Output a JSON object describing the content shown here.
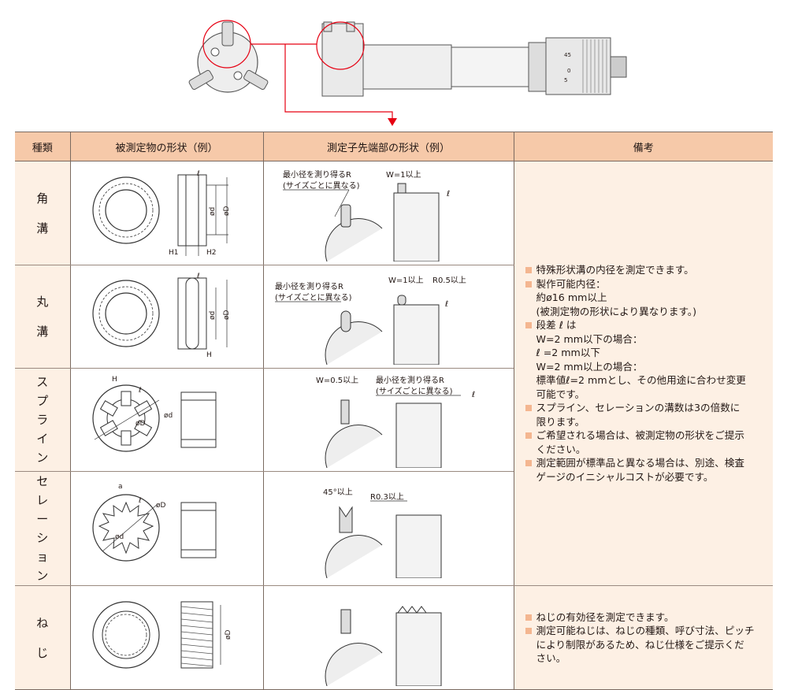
{
  "header": {
    "col_type": "種類",
    "col_object": "被測定物の形状（例）",
    "col_tip": "測定子先端部の形状（例）",
    "col_notes": "備考"
  },
  "hero_labels": {
    "scale_top": "45",
    "scale_mid1": "0",
    "scale_mid2": "5"
  },
  "rows": [
    {
      "type_chars": [
        "角",
        "溝"
      ],
      "obj_labels": {
        "l": "ℓ",
        "d": "ød",
        "D": "øD",
        "h1": "H1",
        "h2": "H2"
      },
      "tip_labels": {
        "minr": "最小径を測り得るR",
        "minr_sub": "(サイズごとに異なる)",
        "w": "W=1以上",
        "l": "ℓ"
      }
    },
    {
      "type_chars": [
        "丸",
        "溝"
      ],
      "obj_labels": {
        "l": "ℓ",
        "d": "ød",
        "D": "øD",
        "h": "H"
      },
      "tip_labels": {
        "minr": "最小径を測り得るR",
        "minr_sub": "(サイズごとに異なる)",
        "w": "W=1以上",
        "r": "R0.5以上",
        "l": "ℓ"
      }
    },
    {
      "type_chars": [
        "ス",
        "プ",
        "ラ",
        "イ",
        "ン"
      ],
      "obj_labels": {
        "h": "H",
        "l": "ℓ",
        "D": "øD",
        "d": "ød"
      },
      "tip_labels": {
        "w": "W=0.5以上",
        "minr": "最小径を測り得るR",
        "minr_sub": "(サイズごとに異なる)",
        "l": "ℓ"
      }
    },
    {
      "type_chars": [
        "セ",
        "レ",
        "ー",
        "シ",
        "ョ",
        "ン"
      ],
      "obj_labels": {
        "a": "a",
        "l": "ℓ",
        "D": "øD",
        "d": "ød"
      },
      "tip_labels": {
        "angle": "45°以上",
        "r": "R0.3以上"
      }
    },
    {
      "type_chars": [
        "ね",
        "じ"
      ],
      "obj_labels": {
        "D": "øD"
      },
      "tip_labels": {}
    }
  ],
  "notes_group1": [
    {
      "lines": [
        "特殊形状溝の内径を測定できます。"
      ]
    },
    {
      "lines": [
        "製作可能内径：",
        "約ø16 mm以上",
        "(被測定物の形状により異なります。)"
      ]
    },
    {
      "lines": [
        "段差 ℓ は",
        "W=2 mm以下の場合：",
        "ℓ =2 mm以下",
        "W=2 mm以上の場合：",
        "標準値ℓ=2 mmとし、その他用途に合わせ変更",
        "可能です。"
      ]
    },
    {
      "lines": [
        "スプライン、セレーションの溝数は3の倍数に",
        "限ります。"
      ]
    },
    {
      "lines": [
        "ご希望される場合は、被測定物の形状をご提示",
        "ください。"
      ]
    },
    {
      "lines": [
        "測定範囲が標準品と異なる場合は、別途、検査",
        "ゲージのイニシャルコストが必要です。"
      ]
    }
  ],
  "notes_group2": [
    {
      "lines": [
        "ねじの有効径を測定できます。"
      ]
    },
    {
      "lines": [
        "測定可能ねじは、ねじの種類、呼び寸法、ピッチ",
        "により制限があるため、ねじ仕様をご提示くだ",
        "さい。"
      ]
    }
  ],
  "colors": {
    "header_bg": "#f6c9a9",
    "cell_bg": "#fdf0e4",
    "accent_red": "#e60012",
    "bullet": "#f4b690"
  }
}
